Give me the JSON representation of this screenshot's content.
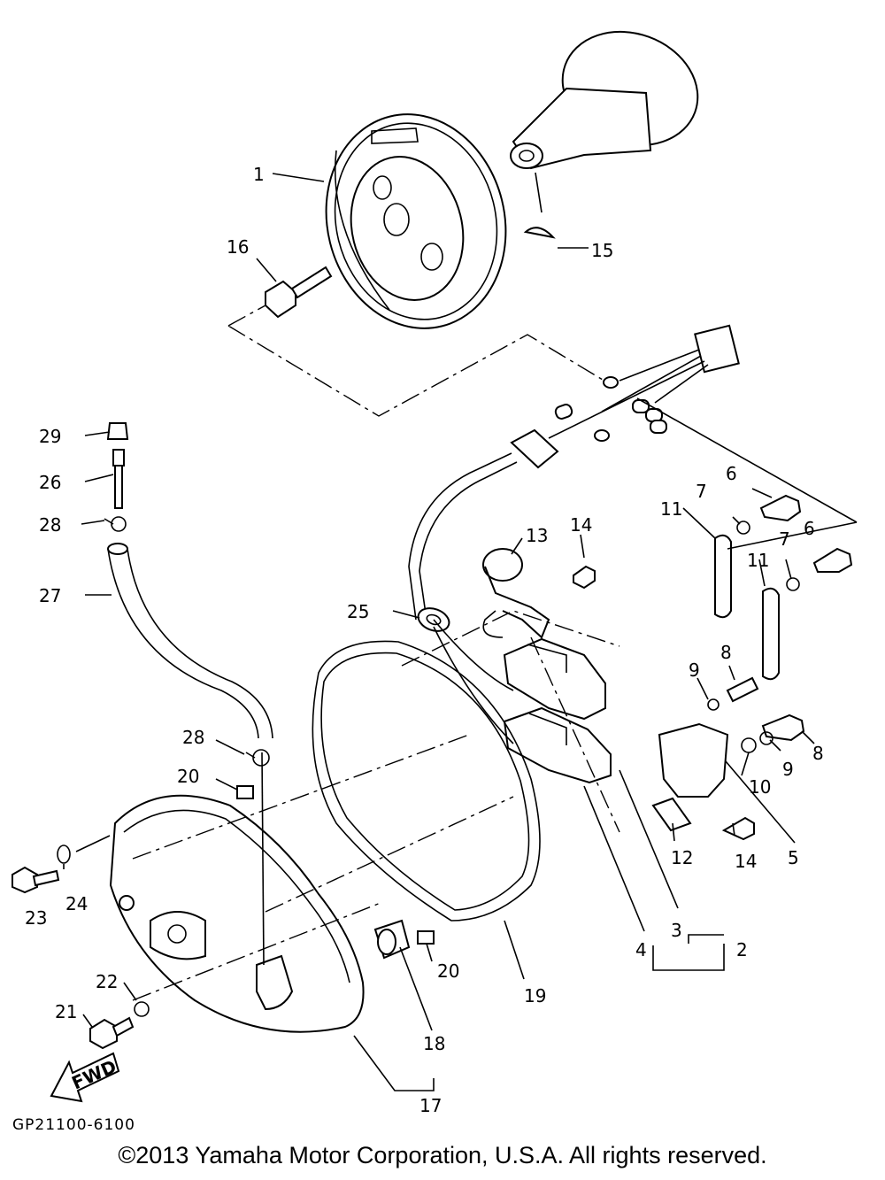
{
  "diagram": {
    "code": "GP21100-6100",
    "fwd": "FWD",
    "callouts": [
      "1",
      "2",
      "3",
      "4",
      "5",
      "6",
      "6",
      "7",
      "7",
      "8",
      "8",
      "9",
      "9",
      "10",
      "11",
      "11",
      "12",
      "13",
      "14",
      "14",
      "15",
      "16",
      "17",
      "18",
      "19",
      "20",
      "20",
      "21",
      "22",
      "23",
      "24",
      "25",
      "26",
      "27",
      "28",
      "28",
      "29"
    ]
  },
  "footer": {
    "copyright": "©2013 Yamaha Motor Corporation, U.S.A. All rights reserved."
  }
}
